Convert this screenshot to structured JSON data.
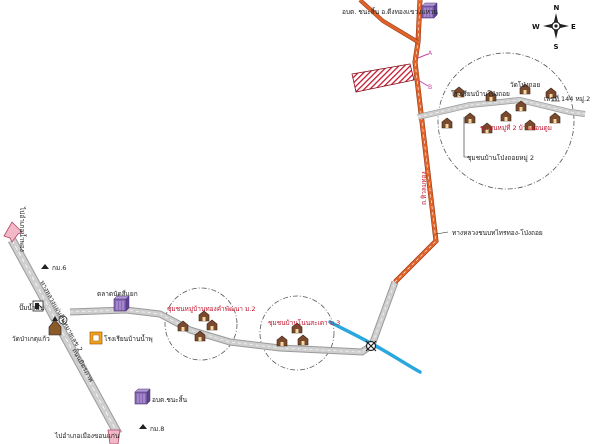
{
  "colors": {
    "road_gray": "#c8c8c8",
    "road_orange": "#e2632a",
    "river": "#2aa7dc",
    "hatch": "#c0122a",
    "label_red": "#c0122a",
    "label_dark": "#222222",
    "pink_arrow": "#f2b8c6",
    "building": "#7a5aa6",
    "house": "#7a4a2e"
  },
  "compass": {
    "north": "N",
    "south": "S",
    "east": "E",
    "west": "W"
  },
  "labels": {
    "top_office": "อบต. ชนะสิ้น อ.ดีงทองแขวงแหวน",
    "road_orange": "ทางหลวงชนบทไทรทอง-โป่งถอย",
    "road_vertical": "ถ.ทิวลมทอง",
    "village_top": "ชุมชนหมู่ที่ 2 บ้านดอนตูม",
    "school_top": "โรงเรียนบ้านโป่งถอย",
    "temple_top": "วัดโป่งถอย",
    "house_number": "เลขที่ 144 หมู่.2",
    "community_hall": "ชุมชนบ้านโป่งถอยหมู่ 2",
    "village_mid": "ชุมชนหมู่บ้านทองคำพัฒนา ม.2",
    "village_right": "ชุมชนบ้านโนนสะเดา ม.3",
    "market": "ตลาดนัดสี่แยก",
    "gas_station": "ปั๊มน้ำมัน",
    "left_temple": "วัดป่าเกตุแก้ว",
    "school_left": "โรงเรียนบ้านน้ำพุ",
    "left_office": "อบต.ชนะสิ้น",
    "highway_upper": "ทางหลวงแผ่นดินหมายเลข 2",
    "highway_lower": "ถนนมิตรภาพ",
    "to_north": "ไปอำเภอน้ำพอง",
    "to_south": "ไปอำเภอเมืองขอนแก่น",
    "km_upper": "กม.6",
    "km_lower": "กม.8",
    "marker_a": "A",
    "marker_b": "B"
  }
}
